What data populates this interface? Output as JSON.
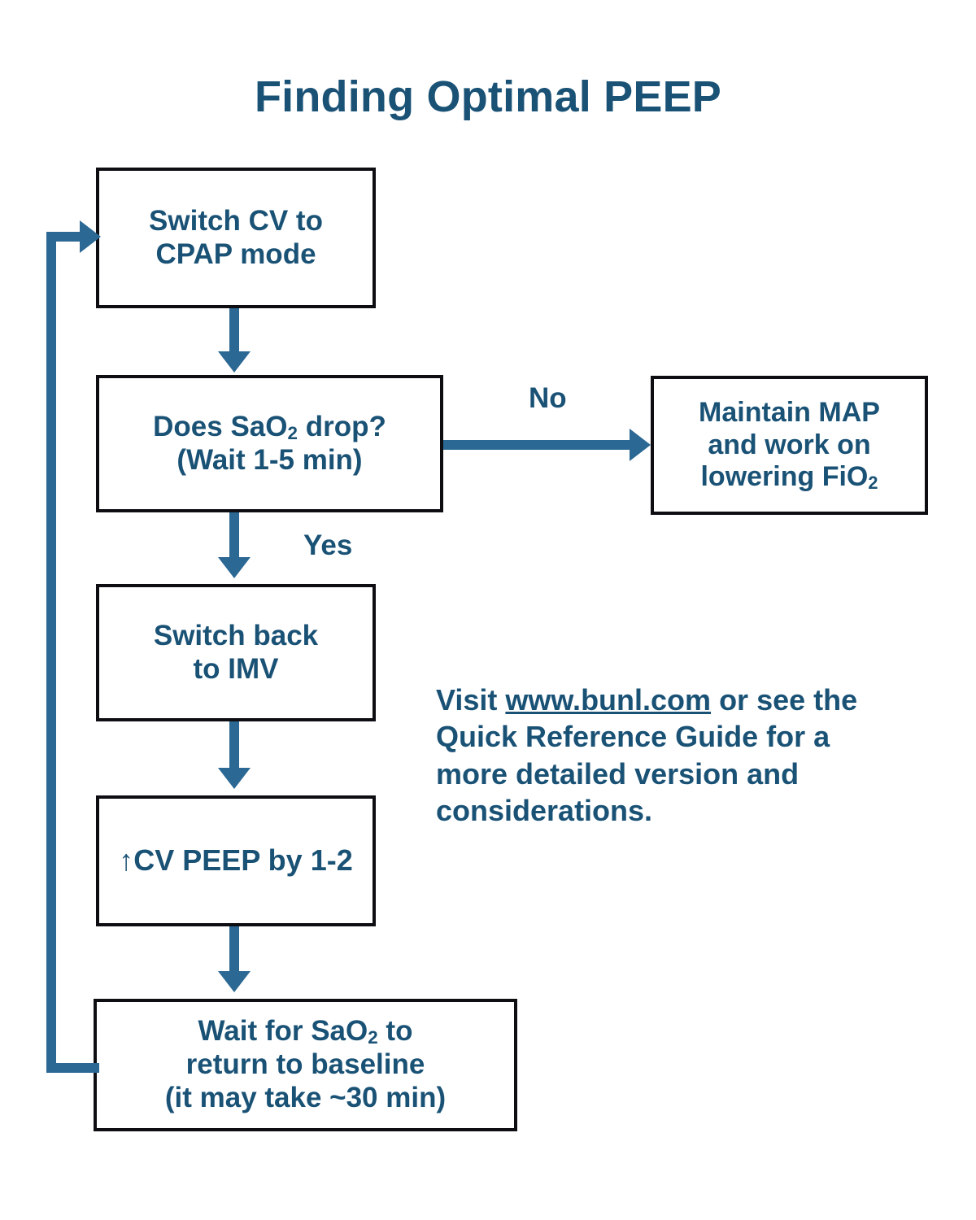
{
  "title": "Finding Optimal PEEP",
  "accent_colors": {
    "text_navy": "#1A5276",
    "connector_blue": "#2B6894",
    "box_border": "#0d0d12",
    "background": "#ffffff"
  },
  "nodes": {
    "cpap": {
      "line1": "Switch CV to",
      "line2": "CPAP mode"
    },
    "decision": {
      "line1_pre": "Does SaO",
      "line1_sub": "2",
      "line1_post": " drop?",
      "line2": "(Wait 1-5 min)"
    },
    "maintain": {
      "line1": "Maintain MAP",
      "line2": "and work on",
      "line3_pre": "lowering FiO",
      "line3_sub": "2"
    },
    "imv": {
      "line1": "Switch back",
      "line2": "to IMV"
    },
    "peep": {
      "line1": "↑CV PEEP by 1-2"
    },
    "wait": {
      "line1_pre": "Wait for SaO",
      "line1_sub": "2",
      "line1_post": " to",
      "line2": "return to baseline",
      "line3": "(it may take ~30 min)"
    }
  },
  "edges": {
    "no_label": "No",
    "yes_label": "Yes"
  },
  "note": {
    "pre": "Visit ",
    "link": "www.bunl.com",
    "post": " or see the Quick Reference Guide for a more detailed version and considerations."
  }
}
